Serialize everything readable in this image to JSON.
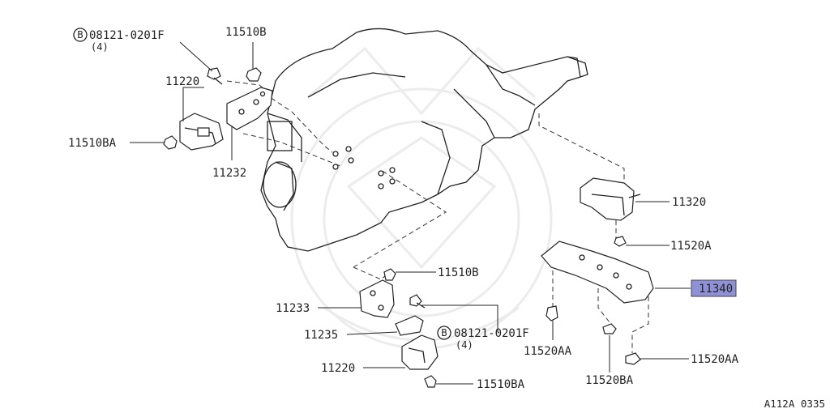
{
  "diagram": {
    "callouts": {
      "bolt_top": {
        "badge": "B",
        "part": "08121-0201F",
        "qty": "(4)"
      },
      "bolt_lower": {
        "badge": "B",
        "part": "08121-0201F",
        "qty": "(4)"
      },
      "nut_top": "11510B",
      "insulator_top": "11220",
      "nut_ba_left": "11510BA",
      "bracket_left": "11232",
      "mount_rear": "11320",
      "bolt_rear_a": "11520A",
      "member_rear": "11340",
      "bolt_aa_left": "11520AA",
      "bolt_ba_rear": "11520BA",
      "bolt_aa_right": "11520AA",
      "nut_b_lower": "11510B",
      "bracket_right": "11233",
      "plate_right": "11235",
      "insulator_lower": "11220",
      "nut_ba_lower": "11510BA"
    },
    "highlight_color": "#8f91d6",
    "figure_ref": "A112A 0335"
  }
}
